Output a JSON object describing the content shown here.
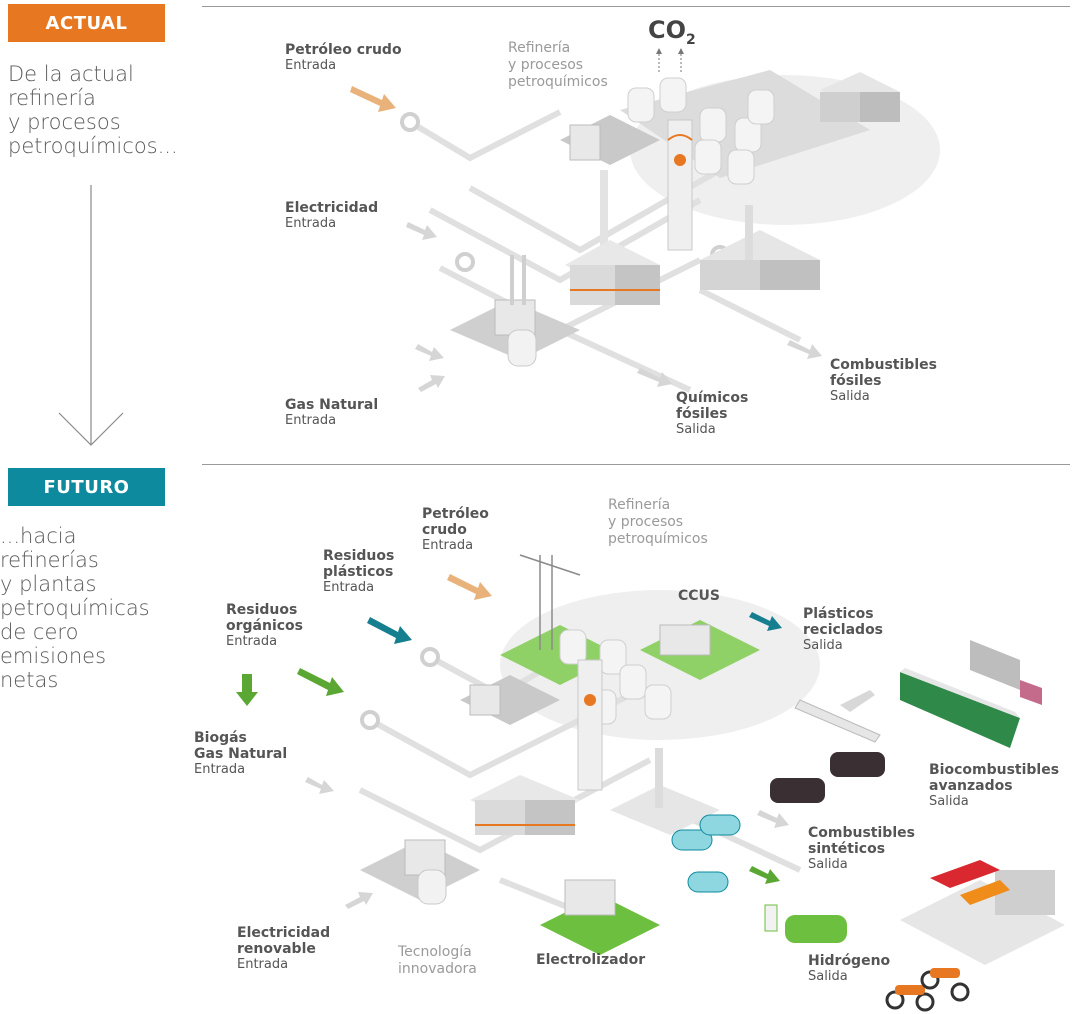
{
  "colors": {
    "actual": "#e87722",
    "futuro": "#0d8a9e",
    "crude_arrow": "#e8b27a",
    "plastic_arrow": "#157f8f",
    "organic_arrow": "#5aa833",
    "gray_arrow": "#d6d6d6",
    "green_plant": "#6cbf3f"
  },
  "actual": {
    "badge": "ACTUAL",
    "text": "De la actual\nrefinería\ny procesos\npetroquímicos...",
    "co2": {
      "main": "CO",
      "sub": "2"
    },
    "refinery_label": "Refinería\ny procesos\npetroquímicos",
    "inputs": [
      {
        "title": "Petróleo crudo",
        "sub": "Entrada"
      },
      {
        "title": "Electricidad",
        "sub": "Entrada"
      },
      {
        "title": "Gas Natural",
        "sub": "Entrada"
      }
    ],
    "outputs": [
      {
        "title": "Químicos\nfósiles",
        "sub": "Salida"
      },
      {
        "title": "Combustibles\nfósiles",
        "sub": "Salida"
      }
    ]
  },
  "futuro": {
    "badge": "FUTURO",
    "text": "...hacia\n refinerías\n y plantas\n petroquímicas\n de cero\n emisiones\n netas",
    "refinery_label": "Refinería\ny procesos\npetroquímicos",
    "ccus": "CCUS",
    "tech_label": "Tecnología\ninnovadora",
    "electrolyzer": "Electrolizador",
    "inputs": [
      {
        "title": "Petróleo\ncrudo",
        "sub": "Entrada"
      },
      {
        "title": "Residuos\nplásticos",
        "sub": "Entrada"
      },
      {
        "title": "Residuos\norgánicos",
        "sub": "Entrada"
      },
      {
        "title": "Biogás\nGas Natural",
        "sub": "Entrada"
      },
      {
        "title": "Electricidad\nrenovable",
        "sub": "Entrada"
      }
    ],
    "outputs": [
      {
        "title": "Plásticos\nreciclados",
        "sub": "Salida"
      },
      {
        "title": "Biocombustibles\navanzados",
        "sub": "Salida"
      },
      {
        "title": "Combustibles\nsintéticos",
        "sub": "Salida"
      },
      {
        "title": "Hidrógeno",
        "sub": "Salida"
      }
    ]
  }
}
